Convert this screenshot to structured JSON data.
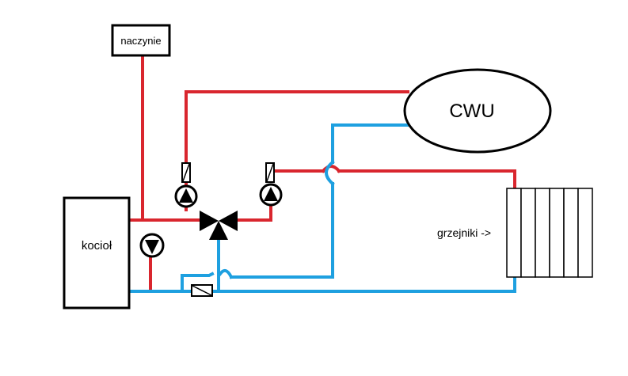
{
  "labels": {
    "expansion_tank": "naczynie",
    "hot_water_tank": "CWU",
    "boiler": "kocioł",
    "radiators": "grzejniki ->"
  },
  "colors": {
    "supply_pipe": "#d9262e",
    "return_pipe": "#1ea0e0",
    "outline": "#000000",
    "background": "#ffffff"
  }
}
